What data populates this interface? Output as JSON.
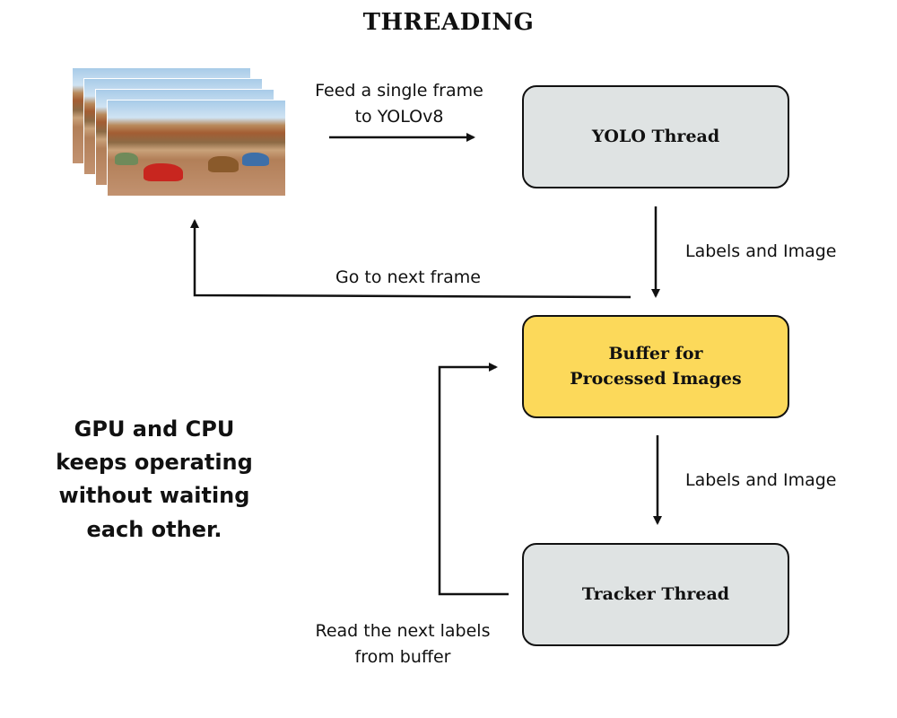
{
  "title": "THREADING",
  "boxes": {
    "yolo": "YOLO Thread",
    "buffer": "Buffer for\nProcessed Images",
    "tracker": "Tracker Thread"
  },
  "edge_labels": {
    "feed": "Feed a single frame\nto YOLOv8",
    "labels_image_1": "Labels and Image",
    "next_frame": "Go to next frame",
    "labels_image_2": "Labels and Image",
    "read_next": "Read the next labels\nfrom buffer"
  },
  "note": "GPU and CPU\nkeeps operating\nwithout waiting\neach other.",
  "colors": {
    "thread_box": "#dfe3e3",
    "buffer_box": "#fcd95a",
    "stroke": "#111111"
  },
  "icons": {
    "frames": "video-frames-image-stack"
  }
}
